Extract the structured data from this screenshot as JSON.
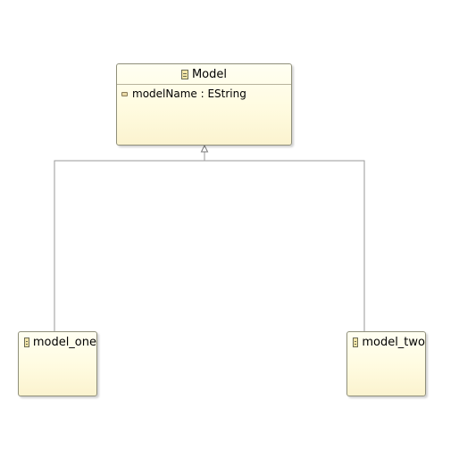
{
  "diagram": {
    "classes": [
      {
        "id": "model",
        "name": "Model",
        "icon": "eclass-icon",
        "attributes": [
          {
            "label": "modelName : EString",
            "icon": "eattribute-icon"
          }
        ]
      },
      {
        "id": "model_one",
        "name": "model_one",
        "icon": "eclass-icon",
        "attributes": []
      },
      {
        "id": "model_two",
        "name": "model_two",
        "icon": "eclass-icon",
        "attributes": []
      }
    ],
    "relations": [
      {
        "type": "generalization",
        "from": "model_one",
        "to": "model"
      },
      {
        "type": "generalization",
        "from": "model_two",
        "to": "model"
      }
    ]
  }
}
